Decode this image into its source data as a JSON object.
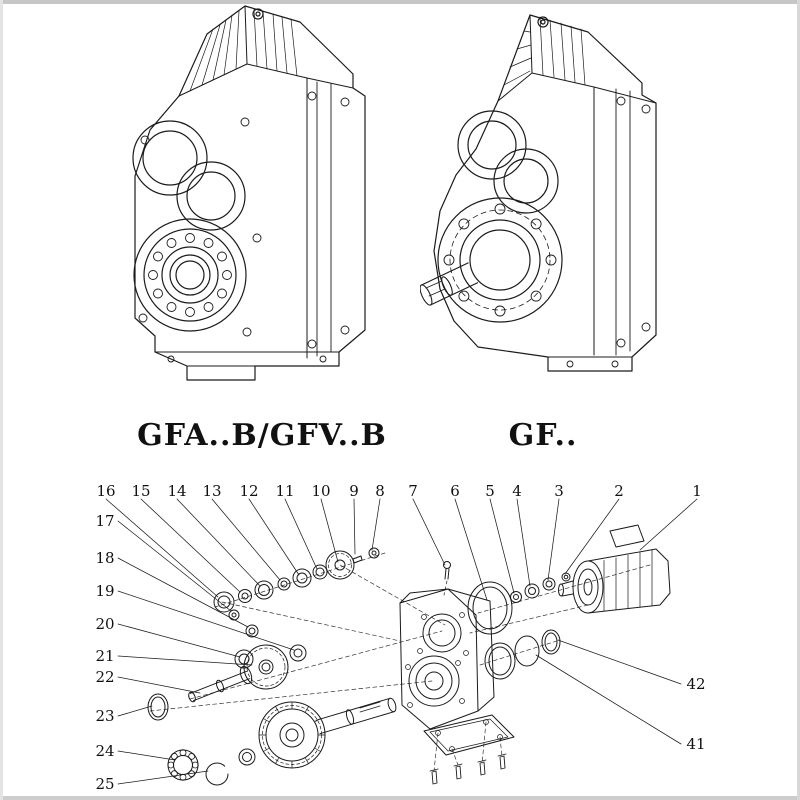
{
  "page": {
    "left_model_label": "GFA..B/GFV..B",
    "right_model_label": "GF.."
  },
  "exploded_view": {
    "top_row_numbers": [
      "16",
      "15",
      "14",
      "13",
      "12",
      "11",
      "10",
      "9",
      "8",
      "7",
      "6",
      "5",
      "4",
      "3",
      "2",
      "1"
    ],
    "left_column_numbers": [
      "17",
      "18",
      "19",
      "20",
      "21",
      "22",
      "23",
      "24",
      "25"
    ],
    "right_column_numbers": [
      "42",
      "41"
    ]
  },
  "colors": {
    "ink": "#1b1b1b",
    "paper": "#ffffff"
  }
}
